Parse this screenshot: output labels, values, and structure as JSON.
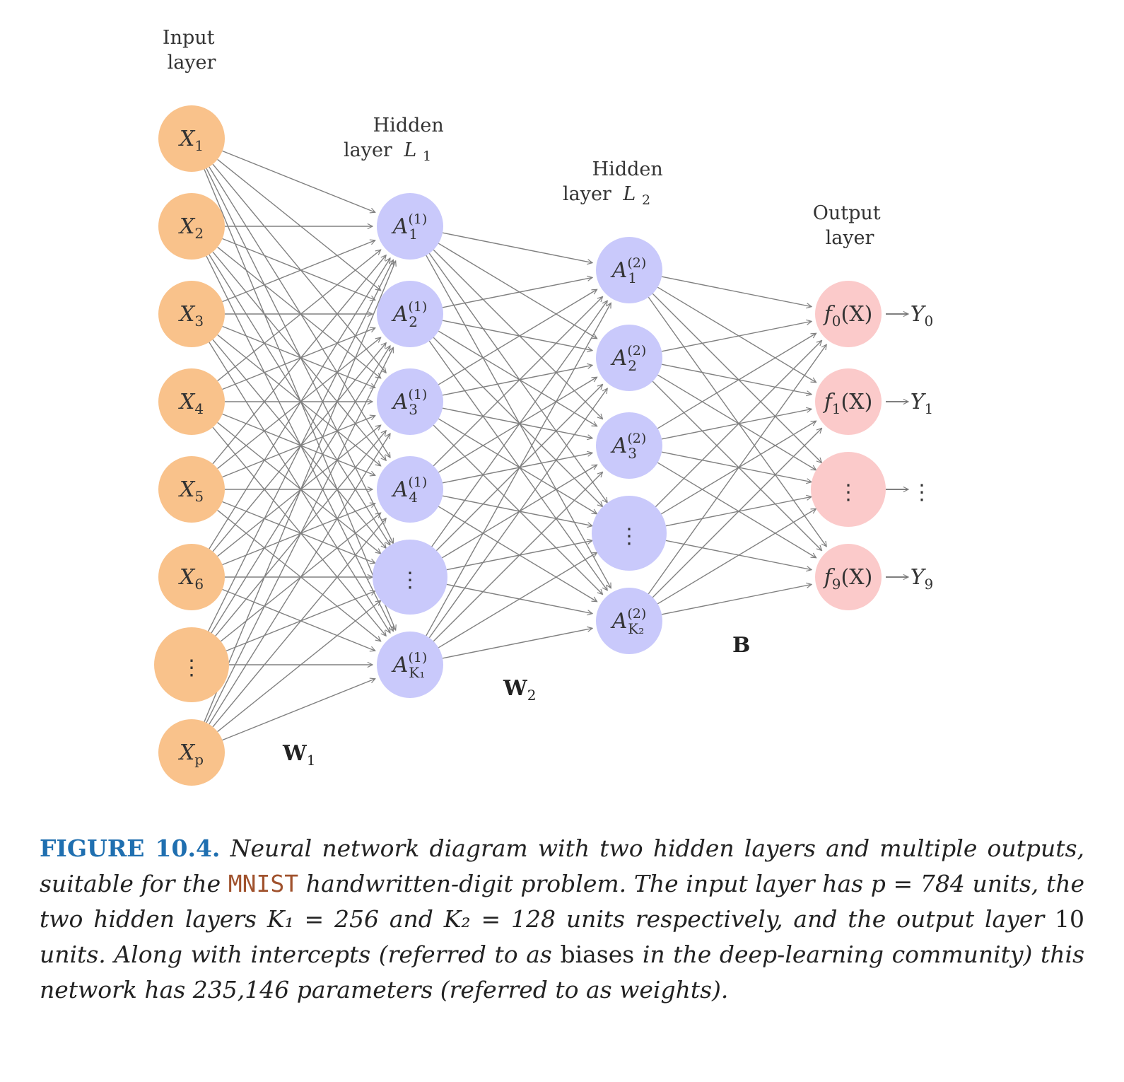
{
  "layers": {
    "input": {
      "title_line1": "Input",
      "title_line2": "layer"
    },
    "hidden1": {
      "title_line1": "Hidden",
      "title_line2": "layer",
      "title_var": "L",
      "title_sub": "1"
    },
    "hidden2": {
      "title_line1": "Hidden",
      "title_line2": "layer",
      "title_var": "L",
      "title_sub": "2"
    },
    "output": {
      "title_line1": "Output",
      "title_line2": "layer"
    }
  },
  "nodes": {
    "input": [
      {
        "var": "X",
        "sub": "1"
      },
      {
        "var": "X",
        "sub": "2"
      },
      {
        "var": "X",
        "sub": "3"
      },
      {
        "var": "X",
        "sub": "4"
      },
      {
        "var": "X",
        "sub": "5"
      },
      {
        "var": "X",
        "sub": "6"
      },
      {
        "vdots": "⋮"
      },
      {
        "var": "X",
        "sub": "p"
      }
    ],
    "hidden1": [
      {
        "var": "A",
        "sup": "(1)",
        "sub": "1"
      },
      {
        "var": "A",
        "sup": "(1)",
        "sub": "2"
      },
      {
        "var": "A",
        "sup": "(1)",
        "sub": "3"
      },
      {
        "var": "A",
        "sup": "(1)",
        "sub": "4"
      },
      {
        "vdots": "⋮"
      },
      {
        "var": "A",
        "sup": "(1)",
        "sub": "K₁"
      }
    ],
    "hidden2": [
      {
        "var": "A",
        "sup": "(2)",
        "sub": "1"
      },
      {
        "var": "A",
        "sup": "(2)",
        "sub": "2"
      },
      {
        "var": "A",
        "sup": "(2)",
        "sub": "3"
      },
      {
        "vdots": "⋮"
      },
      {
        "var": "A",
        "sup": "(2)",
        "sub": "K₂"
      }
    ],
    "output": [
      {
        "var": "f",
        "sub": "0",
        "arg": "(X)",
        "y": "Y",
        "ysub": "0"
      },
      {
        "var": "f",
        "sub": "1",
        "arg": "(X)",
        "y": "Y",
        "ysub": "1"
      },
      {
        "vdots": "⋮",
        "y_vdots": "⋮"
      },
      {
        "var": "f",
        "sub": "9",
        "arg": "(X)",
        "y": "Y",
        "ysub": "9"
      }
    ]
  },
  "weights": {
    "w1": {
      "label": "W",
      "sub": "1"
    },
    "w2": {
      "label": "W",
      "sub": "2"
    },
    "b": {
      "label": "B"
    }
  },
  "colors": {
    "input": "#f9c28b",
    "hidden": "#c9c9fb",
    "output": "#fbcaca",
    "edge": "#808080",
    "figure_label": "#1f6fb0",
    "code": "#a0522d"
  },
  "caption": {
    "figure_label": "FIGURE 10.4.",
    "part1": "Neural network diagram with two hidden layers and multiple outputs, suitable for the",
    "code": "MNIST",
    "part2": "handwritten-digit problem. The input layer has",
    "p_eq": "p = 784",
    "part3": "units, the two hidden layers",
    "k1_eq": "K₁ = 256",
    "part4": "and",
    "k2_eq": "K₂ = 128",
    "part5": "units respectively, and the output layer",
    "ten": "10",
    "part6": "units. Along with intercepts (referred to as",
    "biases": "biases",
    "part7": "in the deep-learning community) this network has 235,146 parameters (referred to as weights)."
  }
}
